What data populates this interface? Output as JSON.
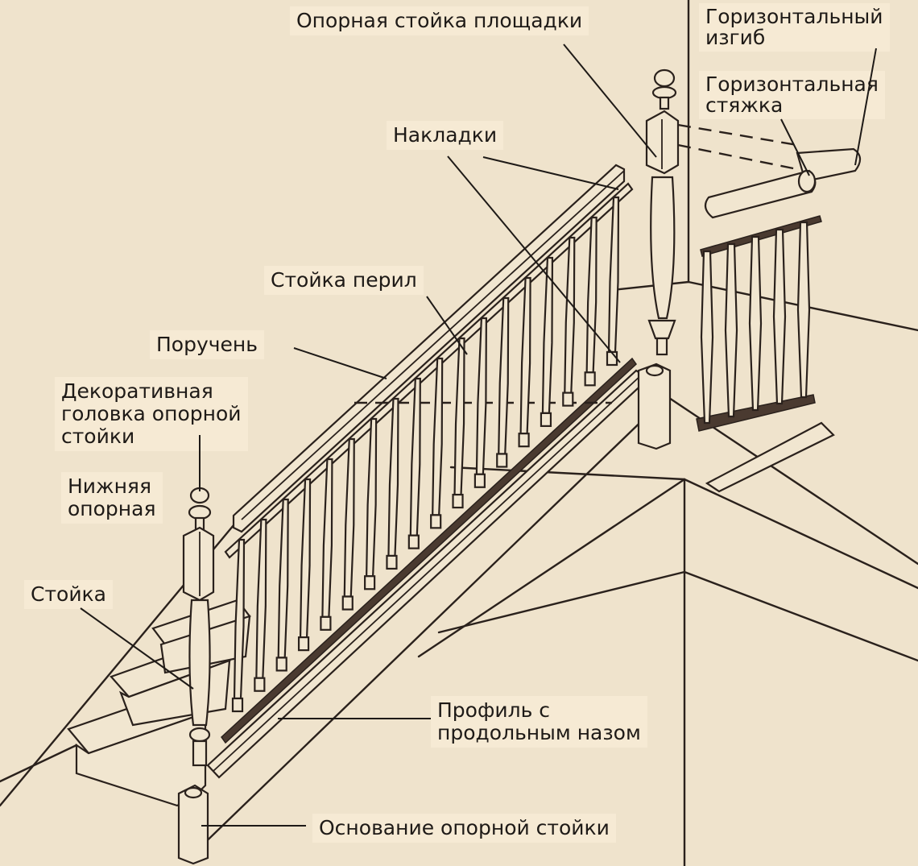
{
  "diagram": {
    "title": "Staircase railing components",
    "colors": {
      "background": "#efe3cc",
      "label_bg": "#f6ead4",
      "ink": "#2a211c"
    },
    "labels": {
      "landing_newel": "Опорная стойка площадки",
      "horizontal_bend_1": "Горизонтальный",
      "horizontal_bend_2": "изгиб",
      "horizontal_tie_1": "Горизонтальная",
      "horizontal_tie_2": "стяжка",
      "overlays": "Накладки",
      "baluster": "Стойка перил",
      "handrail": "Поручень",
      "newel_cap_1": "Декоративная",
      "newel_cap_2": "головка опорной",
      "newel_cap_3": "стойки",
      "lower_newel_1": "Нижняя",
      "lower_newel_2": "опорная",
      "post": "Стойка",
      "grooved_profile_1": "Профиль с",
      "grooved_profile_2": "продольным назом",
      "newel_base": "Основание опорной стойки"
    }
  }
}
